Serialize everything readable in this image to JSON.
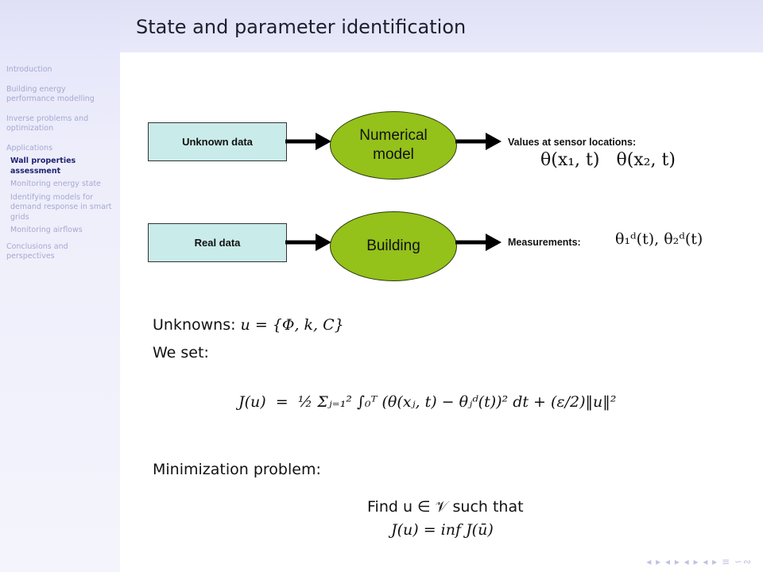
{
  "sidebar": {
    "items": [
      {
        "label": "Introduction"
      },
      {
        "label": "Building energy performance modelling"
      },
      {
        "label": "Inverse problems and optimization"
      },
      {
        "label": "Applications"
      },
      {
        "label": "Wall properties assessment"
      },
      {
        "label": "Monitoring energy state"
      },
      {
        "label": "Identifying models for demand response in smart grids"
      },
      {
        "label": "Monitoring airflows"
      },
      {
        "label": "Conclusions and perspectives"
      }
    ]
  },
  "frame": {
    "title": "State and parameter identification"
  },
  "diagram": {
    "row1": {
      "input_label": "Unknown data",
      "model_label": "Numerical model",
      "output_label": "Values at sensor locations:",
      "output_math": "θ(x₁, t)   θ(x₂, t)"
    },
    "row2": {
      "input_label": "Real data",
      "model_label": "Building",
      "output_label": "Measurements:",
      "output_math": "θ₁ᵈ(t), θ₂ᵈ(t)"
    },
    "colors": {
      "input_box": "#c9ebe9",
      "model_ellipse": "#94c11a"
    }
  },
  "content": {
    "unknowns_label": "Unknowns:",
    "unknowns_math": "u = {Φ, k, C}",
    "we_set": "We set:",
    "functional": "J(u)  =  ½ Σⱼ₌₁² ∫₀ᵀ (θ(xⱼ, t) − θⱼᵈ(t))² dt + (ε/2)‖u‖²",
    "minimization_label": "Minimization problem:",
    "find_line": "Find u ∈ 𝒱 such that",
    "inf_line": "J(u) = inf J(ū)"
  },
  "nav": {
    "symbols": "◂ ▸ ◂ ▸ ◂ ▸ ◂ ▸ ≡ ∽∾"
  }
}
